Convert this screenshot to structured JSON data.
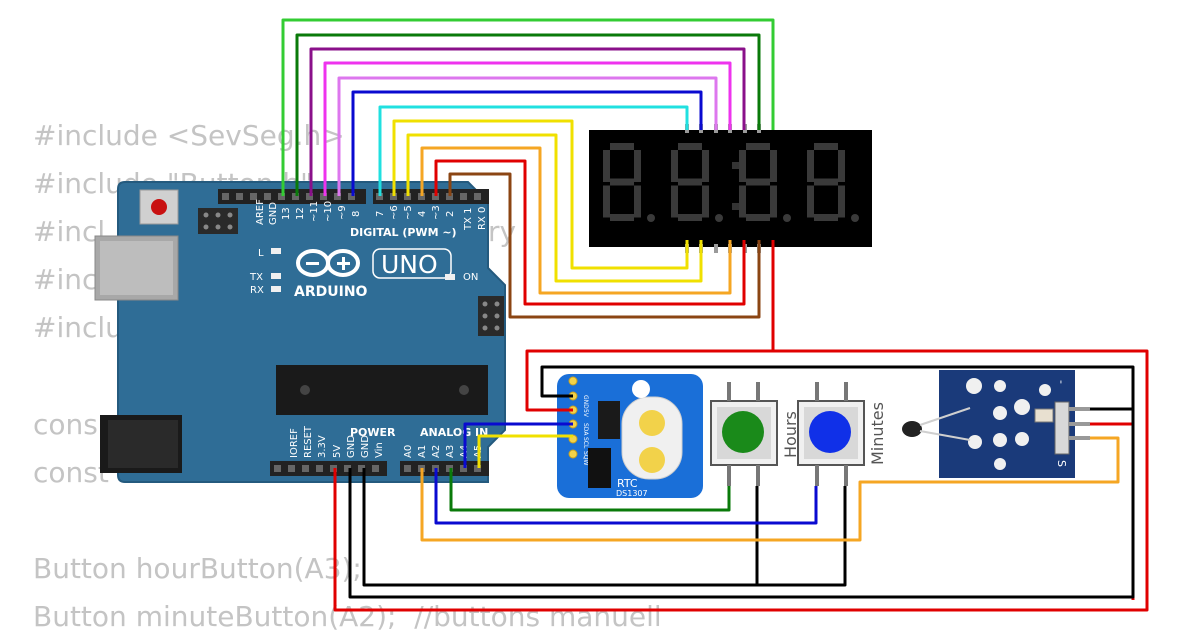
{
  "code_lines": [
    "#include <SevSeg.h>",
    "#include \"Button.h\"",
    "#incl",
    "#inc",
    "#inclu",
    "",
    "cons",
    "const",
    "",
    "Button hourButton(A3);",
    "Button minuteButton(A2);  //buttons manuell"
  ],
  "code_fragment_ry": "ry",
  "arduino": {
    "brand": "ARDUINO",
    "model": "UNO",
    "header_digital": "DIGITAL (PWM ~)",
    "header_power": "POWER",
    "header_analog": "ANALOG IN",
    "led_l": "L",
    "led_tx": "TX",
    "led_rx": "RX",
    "led_on": "ON",
    "digital_pins": [
      "AREF",
      "GND",
      "13",
      "12",
      "~11",
      "~10",
      "~9",
      "8",
      "7",
      "~6",
      "~5",
      "4",
      "~3",
      "2",
      "TX 1",
      "RX 0"
    ],
    "power_pins": [
      "IOREF",
      "RESET",
      "3.3V",
      "5V",
      "GND",
      "GND",
      "Vin"
    ],
    "analog_pins": [
      "A0",
      "A1",
      "A2",
      "A3",
      "A4",
      "A5"
    ]
  },
  "rtc": {
    "name": "RTC",
    "chip": "DS1307",
    "pins": [
      "GND",
      "5V",
      "SDA",
      "SCL",
      "SQW"
    ]
  },
  "buttons": [
    {
      "label": "Hours",
      "cap_color": "#1a8a1a"
    },
    {
      "label": "Minutes",
      "cap_color": "#1030e8"
    }
  ],
  "sensor": {
    "pin_s": "S",
    "pin_minus": "-"
  },
  "display": {
    "digits": 4
  },
  "wire_colors": {
    "red": "#e00000",
    "black": "#000000",
    "green": "#0a7a0a",
    "blue": "#0a0ad0",
    "orange": "#f5a623",
    "yellow": "#f0e000",
    "cyan": "#20e0e0",
    "magenta": "#ee33ee",
    "violet": "#dd77ee",
    "purple": "#8a108a",
    "lime": "#33cc33",
    "brown": "#8b4513",
    "darkorange": "#e08a00"
  }
}
